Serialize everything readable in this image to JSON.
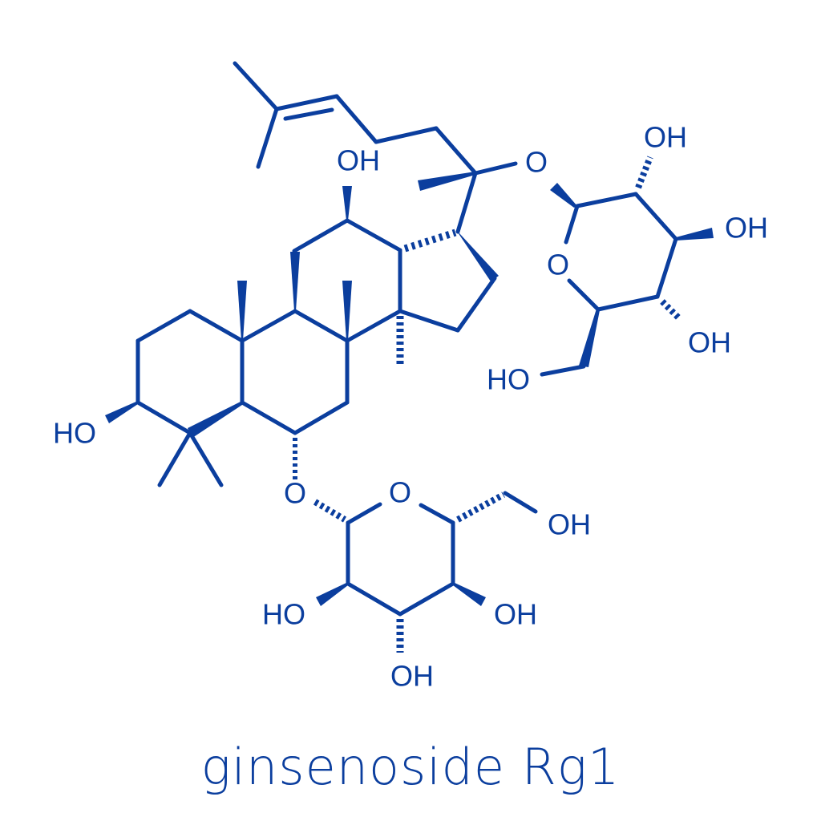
{
  "title": "ginsenoside Rg1",
  "colors": {
    "ink": "#0b3e9e",
    "background": "#ffffff"
  },
  "labels": {
    "oh_c12": "OH",
    "ho_c3": "HO",
    "o_c20_link": "O",
    "o_c6_link": "O",
    "sugar1": {
      "ring_o": "O",
      "oh_c2": "OH",
      "oh_c3": "OH",
      "oh_c4": "OH",
      "ho_c6": "HO"
    },
    "sugar2": {
      "ring_o": "O",
      "oh_c6": "OH",
      "ho_c2": "HO",
      "oh_c3": "OH",
      "oh_c4": "OH"
    }
  }
}
